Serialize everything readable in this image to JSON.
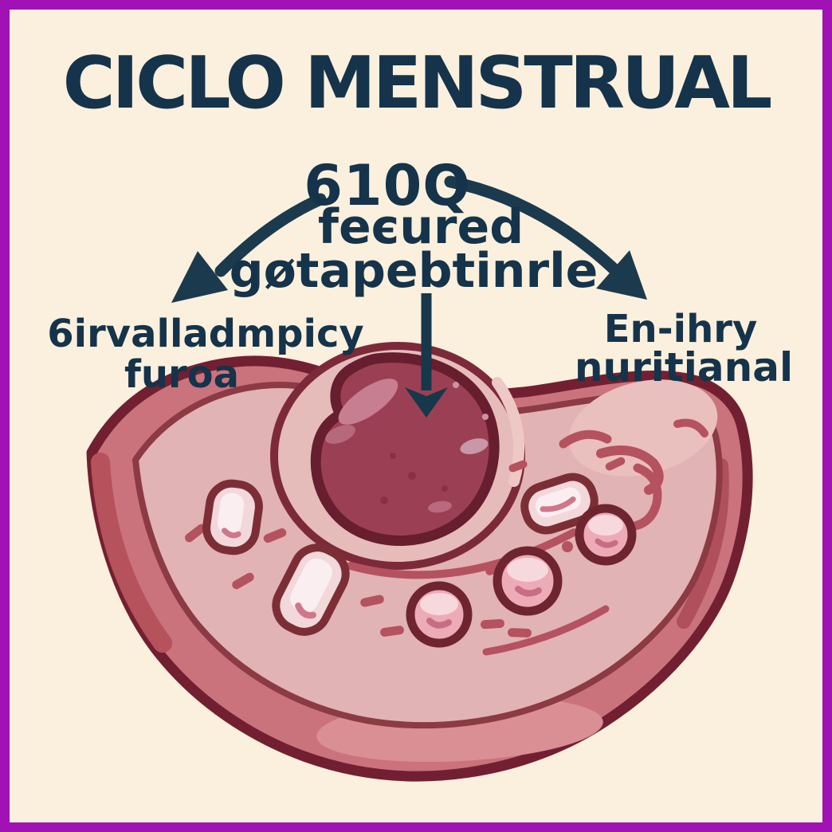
{
  "title": "CICLO MENSTRUAL",
  "annotations": {
    "center": {
      "line1": "610Q",
      "line2": "feєured",
      "line3": "gøtapebtinrle"
    },
    "left": {
      "line1": "6irvalladmpicy",
      "line2": "furoa"
    },
    "right": {
      "line1": "En-ihry",
      "line2": "nuritianal"
    }
  },
  "colors": {
    "background": "#faf0dd",
    "frame_border": "#a012b4",
    "text_navy": "#15334a",
    "arrow_navy": "#1b3a4e",
    "tissue_outline": "#722031",
    "tissue_outer_band": "#ca737c",
    "tissue_inner": "#e2b3b4",
    "embryo_blob": "#9b4054",
    "embryo_outline": "#671e2e",
    "cell_ring": "#7c2e36",
    "cell_fill": "#f2d8da",
    "cell_round_fill": "#edabb7",
    "texture_dash": "#b5525f",
    "band_highlight": "#d98f94"
  }
}
